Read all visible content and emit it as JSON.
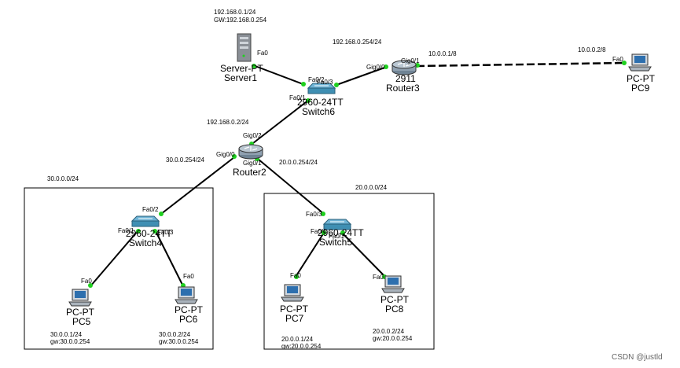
{
  "colors": {
    "cable": "#000000",
    "port_light": "#1fd01f",
    "switch_face": "#3f8fb3",
    "router_face": "#8fa0b0",
    "area_border": "#000000"
  },
  "areas": {
    "left": {
      "label": "30.0.0.0/24"
    },
    "right": {
      "label": "20.0.0.0/24"
    }
  },
  "devices": {
    "server1": {
      "type": "Server-PT",
      "name": "Server1",
      "icon": "server-icon",
      "ip": "192.168.0.1/24",
      "gw": "GW:192.168.0.254"
    },
    "switch6": {
      "type": "2960-24TT",
      "name": "Switch6",
      "icon": "switch-icon"
    },
    "router3": {
      "type": "2911",
      "name": "Router3",
      "icon": "router-icon"
    },
    "pc9": {
      "type": "PC-PT",
      "name": "PC9",
      "icon": "pc-icon",
      "ip": "10.0.0.2/8"
    },
    "router2": {
      "type": "",
      "name": "Router2",
      "icon": "router-icon"
    },
    "switch4": {
      "type": "2960-24TT",
      "name": "Switch4",
      "icon": "switch-icon"
    },
    "switch5": {
      "type": "2960-24TT",
      "name": "Switch5",
      "icon": "switch-icon"
    },
    "pc5": {
      "type": "PC-PT",
      "name": "PC5",
      "icon": "pc-icon",
      "ip": "30.0.0.1/24",
      "gw": "gw:30.0.0.254"
    },
    "pc6": {
      "type": "PC-PT",
      "name": "PC6",
      "icon": "pc-icon",
      "ip": "30.0.0.2/24",
      "gw": "gw:30.0.0.254"
    },
    "pc7": {
      "type": "PC-PT",
      "name": "PC7",
      "icon": "pc-icon",
      "ip": "20.0.0.1/24",
      "gw": "gw:20.0.0.254"
    },
    "pc8": {
      "type": "PC-PT",
      "name": "PC8",
      "icon": "pc-icon",
      "ip": "20.0.0.2/24",
      "gw": "gw:20.0.0.254"
    }
  },
  "link_labels": {
    "r3_gig01_net": "10.0.0.1/8",
    "r3_gig00_net": "192.168.0.254/24",
    "r2_gig02_net": "192.168.0.2/24",
    "r2_gig00_net": "30.0.0.254/24",
    "r2_gig01_net": "20.0.0.254/24"
  },
  "ports": {
    "server_fa0": "Fa0",
    "sw6_fa02": "Fa0/2",
    "sw6_fa03": "Fa0/3",
    "sw6_fa01": "Fa0/1",
    "r3_gig00": "Gig0/0",
    "r3_gig01": "Gig0/1",
    "pc9_fa0": "Fa0",
    "r2_gig02": "Gig0/2",
    "r2_gig00": "Gig0/0",
    "r2_gig01": "Gig0/1",
    "sw4_fa02": "Fa0/2",
    "sw4_fa01": "Fa0/1",
    "sw4_fa03": "Fa0/3",
    "sw5_fa03": "Fa0/3",
    "sw5_fa01": "Fa0/1",
    "sw5_fa02": "Fa0/2",
    "pc5_fa0": "Fa0",
    "pc6_fa0": "Fa0",
    "pc7_fa0": "Fa0",
    "pc8_fa0": "Fa0"
  },
  "watermark": "CSDN @justld"
}
